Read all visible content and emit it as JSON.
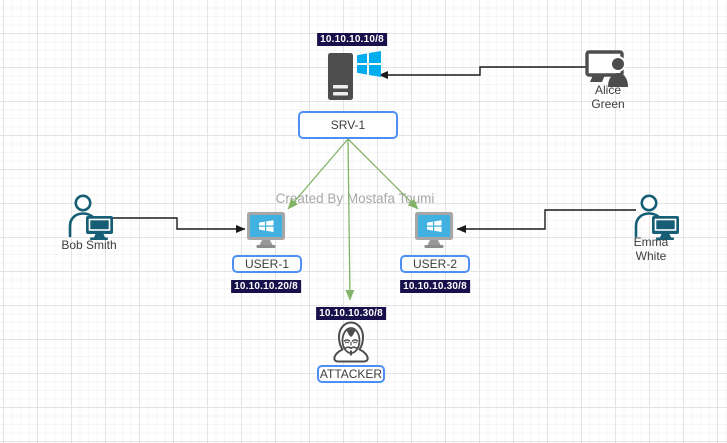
{
  "diagram": {
    "watermark": "Created By Mostafa Toumi",
    "nodes": {
      "srv": {
        "label": "SRV-1",
        "ip": "10.10.10.10/8",
        "icon": "windows-server-icon"
      },
      "user1": {
        "label": "USER-1",
        "ip": "10.10.10.20/8",
        "icon": "windows-monitor-icon"
      },
      "user2": {
        "label": "USER-2",
        "ip": "10.10.10.30/8",
        "icon": "windows-monitor-icon"
      },
      "attacker": {
        "label": "ATTACKER",
        "ip": "10.10.10.30/8",
        "icon": "anonymous-mask-icon"
      }
    },
    "people": {
      "alice": {
        "line1": "Alice",
        "line2": "Green",
        "icon": "user-at-monitor-icon"
      },
      "bob": {
        "name": "Bob Smith",
        "icon": "person-with-monitor-icon"
      },
      "emma": {
        "line1": "Emma",
        "line2": "White",
        "icon": "person-with-monitor-icon"
      }
    },
    "edges": [
      {
        "from": "alice",
        "to": "srv",
        "color": "#1a1a1a",
        "style": "orthogonal"
      },
      {
        "from": "bob",
        "to": "user1",
        "color": "#1a1a1a",
        "style": "orthogonal"
      },
      {
        "from": "emma",
        "to": "user2",
        "color": "#1a1a1a",
        "style": "orthogonal"
      },
      {
        "from": "srv",
        "to": "user1",
        "color": "#82b366",
        "style": "straight"
      },
      {
        "from": "srv",
        "to": "attacker",
        "color": "#82b366",
        "style": "straight"
      },
      {
        "from": "srv",
        "to": "user2",
        "color": "#82b366",
        "style": "straight"
      }
    ],
    "colors": {
      "node_border": "#4d8ff5",
      "ip_background": "#17104b",
      "ip_text": "#ffffff",
      "arrow_black": "#1a1a1a",
      "arrow_green": "#82b366",
      "icon_dark_gray": "#4d4d4d",
      "icon_teal": "#155e75",
      "screen_blue": "#41b1e1",
      "windows_logo_blue": "#00adef",
      "watermark_text": "#a8a8a8"
    }
  }
}
